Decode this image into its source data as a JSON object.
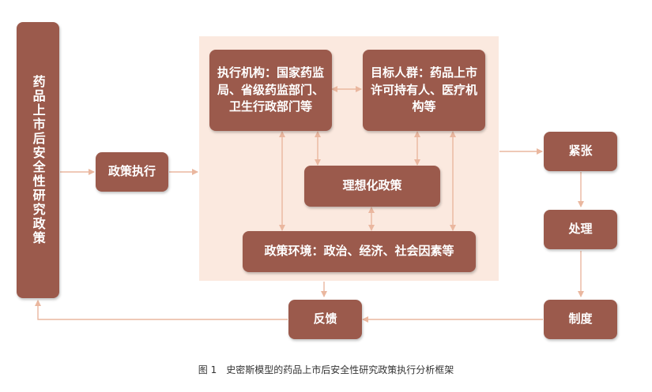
{
  "boxes": {
    "main_policy": "药品上市后安全性研究政策",
    "implementation": "政策执行",
    "executing_agency": "执行机构：国家药监局、省级药监部门、卫生行政部门等",
    "target_group": "目标人群：药品上市许可持有人、医疗机构等",
    "idealized_policy": "理想化政策",
    "environment": "政策环境：政治、经济、社会因素等",
    "tension": "紧张",
    "handling": "处理",
    "institution": "制度",
    "feedback": "反馈"
  },
  "caption": "图 1　史密斯模型的药品上市后安全性研究政策执行分析框架",
  "colors": {
    "box": "#9b5a4c",
    "panel": "#fbe9df",
    "arrow": "#eab79f"
  }
}
